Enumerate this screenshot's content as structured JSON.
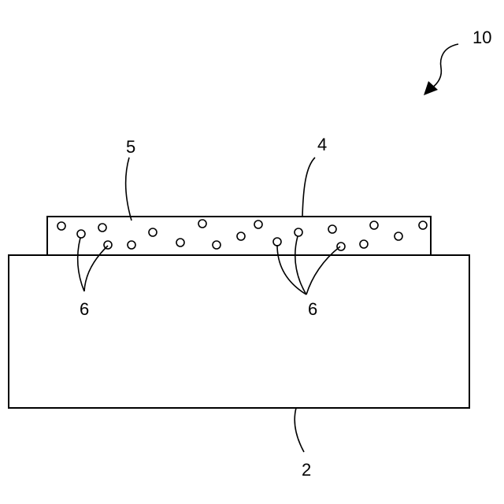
{
  "figure": {
    "labels": {
      "assembly": "10",
      "layer": "4",
      "surface": "5",
      "particles_left": "6",
      "particles_right": "6",
      "substrate": "2"
    },
    "particle_count": 19
  }
}
